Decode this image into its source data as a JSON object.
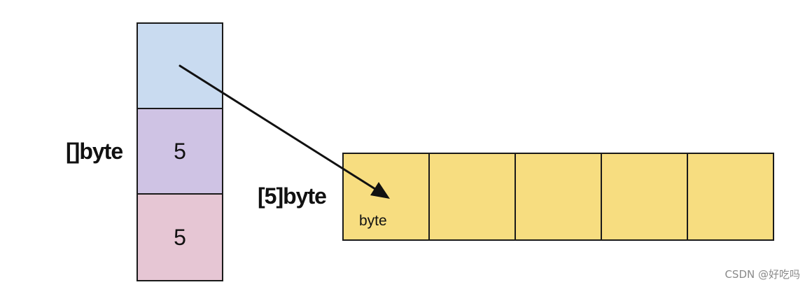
{
  "slice": {
    "label": "[]byte",
    "len": "5",
    "cap": "5"
  },
  "array": {
    "label": "[5]byte",
    "element_label": "byte",
    "cells": [
      "",
      "",
      "",
      "",
      ""
    ]
  },
  "watermark": "CSDN @好吃吗"
}
